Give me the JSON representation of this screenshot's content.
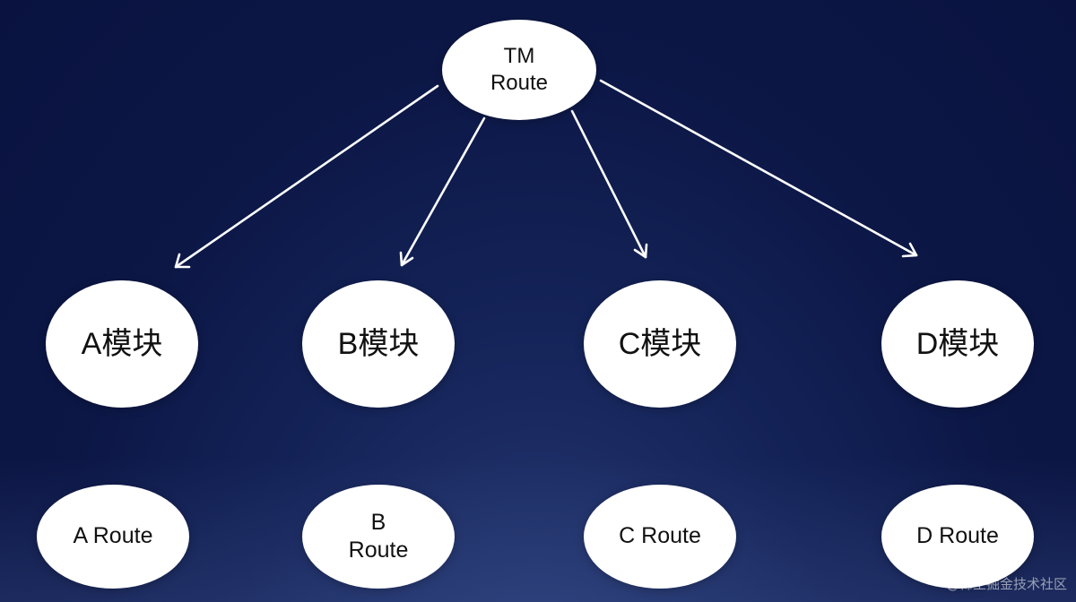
{
  "root": {
    "line1": "TM",
    "line2": "Route"
  },
  "modules": [
    {
      "label": "A模块"
    },
    {
      "label": "B模块"
    },
    {
      "label": "C模块"
    },
    {
      "label": "D模块"
    }
  ],
  "routes": [
    {
      "line1": "A Route",
      "line2": ""
    },
    {
      "line1": "B",
      "line2": "Route"
    },
    {
      "line1": "C Route",
      "line2": ""
    },
    {
      "line1": "D Route",
      "line2": ""
    }
  ],
  "watermark": "@稀土掘金技术社区",
  "colors": {
    "background": "#0c1746",
    "node_fill": "#ffffff",
    "arrow": "#ffffff",
    "text": "#111111"
  }
}
